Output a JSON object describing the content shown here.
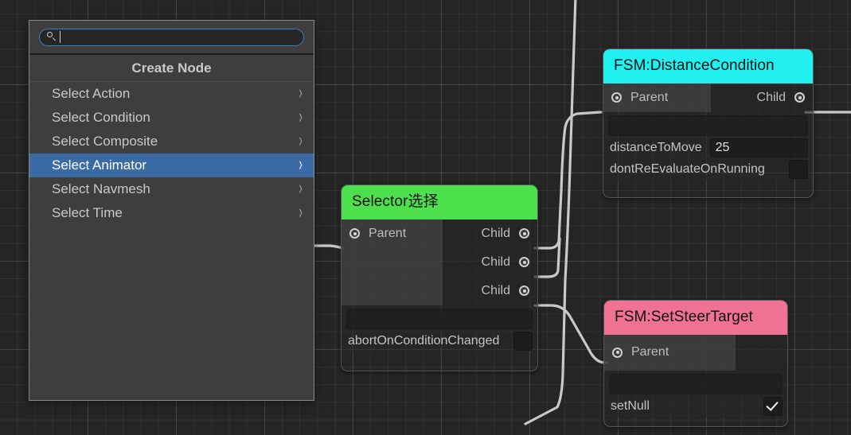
{
  "canvas": {
    "background_color": "#252525",
    "grid_color": "#3a3a3a",
    "wire_color": "#c9c9c9"
  },
  "create_panel": {
    "search": {
      "value": "",
      "placeholder": "",
      "icon": "search-icon"
    },
    "header_title": "Create Node",
    "items": [
      {
        "label": "Select Action",
        "selected": false,
        "chevron": "›"
      },
      {
        "label": "Select Condition",
        "selected": false,
        "chevron": "›"
      },
      {
        "label": "Select Composite",
        "selected": false,
        "chevron": "›"
      },
      {
        "label": "Select Animator",
        "selected": true,
        "chevron": "›"
      },
      {
        "label": "Select Navmesh",
        "selected": false,
        "chevron": "›"
      },
      {
        "label": "Select Time",
        "selected": false,
        "chevron": "›"
      }
    ],
    "selected_color": "#3a6ba5"
  },
  "nodes": {
    "selector": {
      "title": "Selector选择",
      "header_color": "#4ce04c",
      "parent_port": "Parent",
      "child_ports": [
        "Child",
        "Child",
        "Child"
      ],
      "properties": [
        {
          "label": "abortOnConditionChanged",
          "type": "checkbox",
          "checked": false
        }
      ]
    },
    "distance_condition": {
      "title": "FSM:DistanceCondition",
      "header_color": "#22f0f0",
      "parent_port": "Parent",
      "child_ports": [
        "Child"
      ],
      "properties": [
        {
          "label": "distanceToMove",
          "type": "text",
          "value": "25"
        },
        {
          "label": "dontReEvaluateOnRunning",
          "type": "checkbox",
          "checked": false
        }
      ]
    },
    "set_steer_target": {
      "title": "FSM:SetSteerTarget",
      "header_color": "#ef7295",
      "parent_port": "Parent",
      "child_ports": [],
      "properties": [
        {
          "label": "setNull",
          "type": "checkbox",
          "checked": true
        }
      ]
    }
  }
}
